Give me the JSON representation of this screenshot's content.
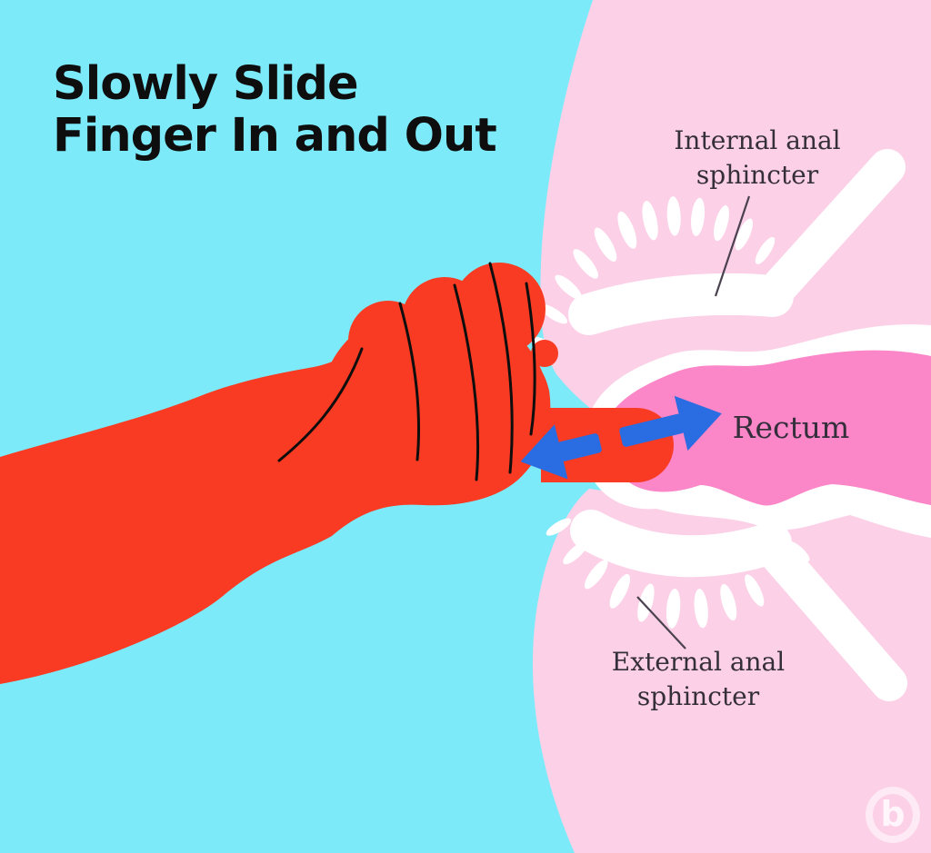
{
  "title": {
    "line1": "Slowly Slide",
    "line2": "Finger In and Out"
  },
  "labels": {
    "internal": {
      "line1": "Internal anal",
      "line2": "sphincter"
    },
    "external": {
      "line1": "External anal",
      "line2": "sphincter"
    },
    "rectum": "Rectum"
  },
  "logo": {
    "letter": "b"
  },
  "icons": {
    "arrows": "double-headed-arrow showing in-and-out sliding motion"
  },
  "colors": {
    "cyan": "#7deafa",
    "pinkLight": "#fcd0e7",
    "pinkHot": "#fb86c8",
    "red": "#f83b22",
    "blue": "#2a6ce1",
    "white": "#ffffff",
    "ink": "#0e0e0e",
    "label": "#352e3b",
    "leader": "#4a4250"
  }
}
